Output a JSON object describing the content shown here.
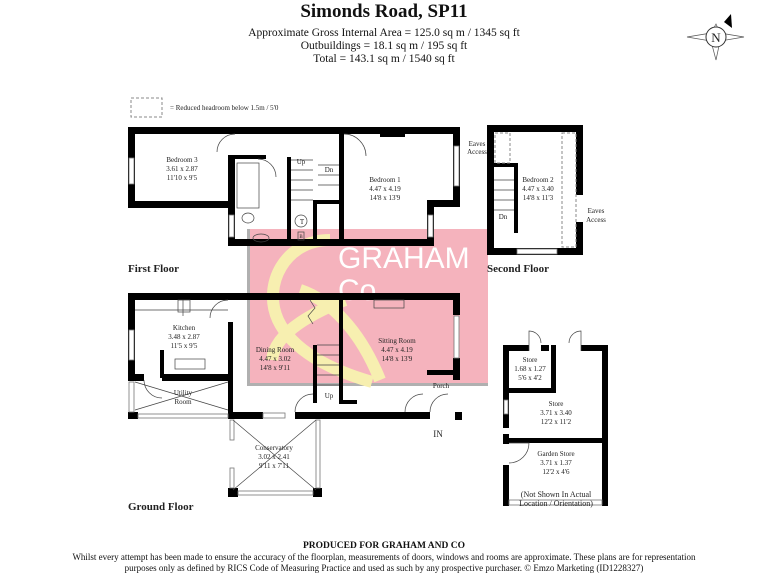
{
  "header": {
    "title": "Simonds Road, SP11",
    "area_lines": [
      "Approximate Gross Internal Area = 125.0 sq m / 1345 sq ft",
      "Outbuildings = 18.1 sq m / 195 sq ft",
      "Total = 143.1 sq m / 1540 sq ft"
    ],
    "compass_label": "N"
  },
  "legend": {
    "reduced_headroom": "=  Reduced headroom below 1.5m / 5'0"
  },
  "watermark": {
    "brand_line1": "GRAHAM",
    "brand_line2": "Co",
    "color": "#f5b3bd",
    "ampersand_color": "#f7efb0"
  },
  "floors": {
    "first": {
      "label": "First Floor",
      "rooms": [
        {
          "name": "Bedroom 3",
          "metric": "3.61 x 2.87",
          "imperial": "11'10 x 9'5"
        },
        {
          "name": "Bedroom 1",
          "metric": "4.47 x 4.19",
          "imperial": "14'8 x 13'9"
        }
      ],
      "up": "Up",
      "dn": "Dn",
      "cupboard": "T",
      "boiler": "B"
    },
    "second": {
      "label": "Second Floor",
      "rooms": [
        {
          "name": "Bedroom 2",
          "metric": "4.47 x 3.40",
          "imperial": "14'8 x 11'3"
        }
      ],
      "eaves_left": [
        "Eaves",
        "Access"
      ],
      "eaves_right": [
        "Eaves",
        "Access"
      ],
      "dn": "Dn"
    },
    "ground": {
      "label": "Ground Floor",
      "rooms": [
        {
          "name": "Kitchen",
          "metric": "3.48 x 2.87",
          "imperial": "11'5 x 9'5"
        },
        {
          "name": "Dining Room",
          "metric": "4.47 x 3.02",
          "imperial": "14'8 x 9'11"
        },
        {
          "name": "Sitting Room",
          "metric": "4.47 x 4.19",
          "imperial": "14'8 x 13'9"
        },
        {
          "name": "Conservatory",
          "metric": "3.02 x 2.41",
          "imperial": "9'11 x 7'11"
        }
      ],
      "utility": [
        "Utility",
        "Room"
      ],
      "porch": "Porch",
      "up": "Up",
      "entrance": "IN"
    },
    "outbuildings": {
      "rooms": [
        {
          "name": "Store",
          "metric": "1.68 x 1.27",
          "imperial": "5'6 x 4'2"
        },
        {
          "name": "Store",
          "metric": "3.71 x 3.40",
          "imperial": "12'2 x 11'2"
        },
        {
          "name": "Garden Store",
          "metric": "3.71 x 1.37",
          "imperial": "12'2 x 4'6"
        }
      ],
      "note": [
        "(Not Shown In Actual",
        "Location / Orientation)"
      ]
    }
  },
  "footer": {
    "produced_for": "PRODUCED FOR GRAHAM AND CO",
    "disclaimer": [
      "Whilst every attempt has been made to ensure the accuracy of the floorplan, measurements of doors, windows and rooms are approximate. These plans are for representation",
      "purposes only as defined by RICS Code of Measuring Practice and used as such by any prospective purchaser. © Emzo Marketing (ID1228327)"
    ]
  }
}
